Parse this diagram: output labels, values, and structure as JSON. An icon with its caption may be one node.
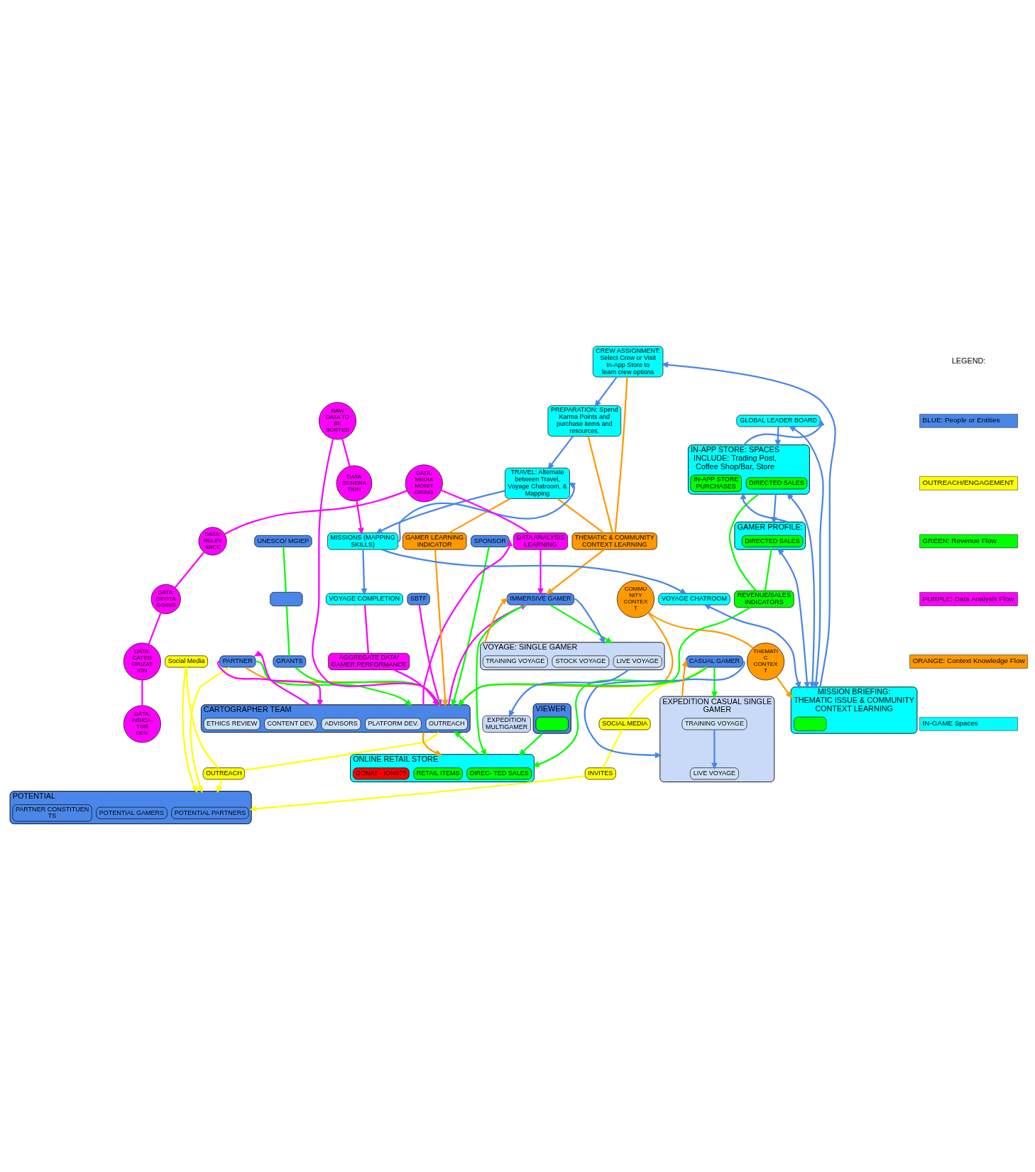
{
  "diagram": {
    "nodes": [
      {
        "text": [
          "POTENTIAL"
        ]
      },
      {
        "text": [
          "POTENTIAL PARTNERS"
        ],
        "in": 0
      },
      {
        "text": [
          "POTENTIAL GAMERS"
        ],
        "in": 0
      },
      {
        "text": [
          "PARTNER CONSTITUEN TS"
        ],
        "in": 0
      },
      {
        "text": [
          "PARTNER"
        ]
      },
      {
        "text": [
          "SBTF"
        ]
      },
      {
        "text": [
          "SPONSOR"
        ]
      },
      {
        "text": [
          "UNESCO/ MGIEP"
        ]
      },
      {
        "text": [],
        "shape": "box"
      },
      {
        "text": [
          "GRANTS"
        ]
      },
      {
        "text": [
          "SOCIAL MEDIA"
        ]
      },
      {
        "text": [
          "INVITES"
        ]
      },
      {
        "text": [
          "VIEWER"
        ]
      },
      {
        "text": [],
        "shape": "box",
        "in": 12
      },
      {
        "text": [
          "ONLINE RETAIL STORE"
        ]
      },
      {
        "text": [
          "DIREC- TED SALES"
        ],
        "in": 14
      },
      {
        "text": [
          "RETAIL ITEMS"
        ],
        "in": 14
      },
      {
        "text": [
          "DONAT - IONS??"
        ],
        "in": 14
      },
      {
        "text": [
          "Social Media"
        ]
      },
      {
        "text": [
          "OUTREACH"
        ]
      },
      {
        "text": [
          "CARTOGRAPHER TEAM"
        ]
      },
      {
        "text": [
          "OUTREACH"
        ],
        "in": 20
      },
      {
        "text": [
          "PLATFORM DEV."
        ],
        "in": 20
      },
      {
        "text": [
          "ADVISORS"
        ],
        "in": 20
      },
      {
        "text": [
          "CONTENT DEV."
        ],
        "in": 20
      },
      {
        "text": [
          "ETHICS REVIEW"
        ],
        "in": 20
      },
      {
        "text": [
          "CASUAL GAMER"
        ]
      },
      {
        "text": [
          "IMMERSIVE GAMER"
        ]
      },
      {
        "text": [
          "DATA ANALYSIS LEARNING"
        ]
      },
      {
        "text": [
          "THEMATIC & COMMUNITY CONTEXT LEARNING"
        ]
      },
      {
        "text": [
          "COMMU NITY CONTEX T"
        ]
      },
      {
        "text": [
          "THEMATI C CONTEX T"
        ]
      },
      {
        "text": [
          "RAW DATA TO BE SORTED"
        ]
      },
      {
        "text": [
          "DATA GENERA TION"
        ]
      },
      {
        "text": [
          "GAMER LEARNING INDICATOR"
        ]
      },
      {
        "text": [
          "REVENUE/SALES INDICATORS"
        ]
      },
      {
        "text": [
          "AGGREGATE DATA/ GAMER PERFORMANCE"
        ]
      },
      {
        "text": [
          "EXPEDITION CASUAL SINGLE GAMER"
        ]
      },
      {
        "text": [
          "TRAINING VOYAGE"
        ],
        "in": 37
      },
      {
        "text": [
          "LIVE VOYAGE"
        ],
        "in": 37
      },
      {
        "text": [
          "EXPEDITION MULTIGAMER"
        ]
      },
      {
        "text": [
          "VOYAGE: SINGLE GAMER"
        ]
      },
      {
        "text": [
          "LIVE VOYAGE"
        ],
        "in": 41
      },
      {
        "text": [
          "STOCK VOYAGE"
        ],
        "in": 41
      },
      {
        "text": [
          "TRAINING VOYAGE"
        ],
        "in": 41
      },
      {
        "text": [
          "MISSION BRIEFING:",
          "THEMATIC ISSUE & COMMUNITY CONTEXT LEARNING"
        ]
      },
      {
        "text": [],
        "shape": "box",
        "in": 45
      },
      {
        "text": [
          "CREW ASSIGNMENT: Select Crew or Visit In-App Store to learn crew options"
        ]
      },
      {
        "text": [
          "PREPARATION: Spend Karma Points and purchase items and resources."
        ]
      },
      {
        "text": [
          "TRAVEL: Alternate between Travel, Voyage Chatroom, & Mapping"
        ]
      },
      {
        "text": [
          "MISSIONS (MAPPING SKILLS)"
        ]
      },
      {
        "text": [
          "DATA: MEDIA MONIT ORING"
        ]
      },
      {
        "text": [
          "DATA: RELEV ANCE"
        ]
      },
      {
        "text": [
          "DATA: GEOTA GGING"
        ]
      },
      {
        "text": [
          "DATA: CATEG ORIZAT ION"
        ]
      },
      {
        "text": [
          "DATA: INDICA- TOR DEV."
        ]
      },
      {
        "text": [
          "VOYAGE CHATROOM"
        ]
      },
      {
        "text": [
          "VOYAGE COMPLETION"
        ]
      },
      {
        "text": [
          "GLOBAL LEADER BOARD"
        ]
      },
      {
        "text": [
          "IN-APP STORE: SPACES INCLUDE: Trading Post, Coffee Shop/Bar, Store"
        ]
      },
      {
        "text": [
          "DIRECTED SALES"
        ],
        "in": 59
      },
      {
        "text": [
          "IN-APP STORE PURCHASES"
        ],
        "in": 59
      },
      {
        "text": [
          "GAMER PROFILE:"
        ]
      },
      {
        "text": [
          "DIRECTED SALES"
        ],
        "in": 62
      }
    ],
    "edges": [
      {
        "from": 26,
        "to": 10,
        "arrow": "none",
        "color": "#ffff00"
      },
      {
        "from": 10,
        "to": 11,
        "arrow": "none",
        "color": "#ffff00"
      },
      {
        "from": 11,
        "to": 0,
        "arrow": "to",
        "color": "#ffff00"
      },
      {
        "from": 4,
        "to": 0,
        "arrow": "to",
        "color": "#ffff00"
      },
      {
        "from": 18,
        "to": 0,
        "arrow": "to",
        "color": "#ffff00"
      },
      {
        "from": 19,
        "to": 0,
        "arrow": "to",
        "color": "#ffff00"
      },
      {
        "from": 18,
        "to": 19,
        "arrow": "none",
        "color": "#ffff00"
      },
      {
        "from": 20,
        "to": 19,
        "arrow": "none",
        "color": "#ffff00"
      },
      {
        "from": 4,
        "to": 20,
        "arrow": "to",
        "color": "#ff9900"
      },
      {
        "from": 4,
        "to": 20,
        "arrow": "to",
        "color": "#00ff00"
      },
      {
        "from": 4,
        "to": 20,
        "arrow": "to",
        "color": "#ff00ff"
      },
      {
        "from": 20,
        "to": 4,
        "arrow": "to",
        "color": "#ff00ff"
      },
      {
        "from": 5,
        "to": 20,
        "arrow": "to",
        "color": "#ff00ff"
      },
      {
        "from": 6,
        "to": 20,
        "arrow": "to",
        "color": "#00ff00"
      },
      {
        "from": 20,
        "to": 6,
        "arrow": "to",
        "color": "#ff00ff"
      },
      {
        "from": 7,
        "to": 8,
        "arrow": "none",
        "color": "#00ff00"
      },
      {
        "from": 8,
        "to": 9,
        "arrow": "none",
        "color": "#00ff00"
      },
      {
        "from": 9,
        "to": 20,
        "arrow": "to",
        "color": "#00ff00"
      },
      {
        "from": 12,
        "to": 14,
        "arrow": "to",
        "color": "#00ff00"
      },
      {
        "from": 14,
        "to": 20,
        "arrow": "to",
        "color": "#00ff00"
      },
      {
        "from": 20,
        "to": 14,
        "arrow": "to",
        "color": "#ff9900"
      },
      {
        "from": 26,
        "to": 14,
        "arrow": "to",
        "color": "#00ff00"
      },
      {
        "from": 27,
        "to": 14,
        "arrow": "to",
        "color": "#00ff00"
      },
      {
        "from": 20,
        "to": 27,
        "arrow": "to",
        "color": "#ff00ff"
      },
      {
        "from": 28,
        "to": 27,
        "arrow": "to",
        "color": "#ff00ff"
      },
      {
        "from": 51,
        "to": 28,
        "arrow": "none",
        "color": "#ff00ff"
      },
      {
        "from": 29,
        "to": 27,
        "arrow": "to",
        "color": "#ff9900"
      },
      {
        "from": 47,
        "to": 29,
        "arrow": "none",
        "color": "#ff9900"
      },
      {
        "from": 48,
        "to": 29,
        "arrow": "none",
        "color": "#ff9900"
      },
      {
        "from": 49,
        "to": 29,
        "arrow": "none",
        "color": "#ff9900"
      },
      {
        "from": 26,
        "to": 37,
        "arrow": "to",
        "color": "#00ff00"
      },
      {
        "from": 26,
        "to": 37,
        "arrow": "to"
      },
      {
        "from": 37,
        "to": 26,
        "arrow": "to",
        "color": "#ff9900"
      },
      {
        "from": 27,
        "to": 41,
        "arrow": "to",
        "color": "#00ff00"
      },
      {
        "from": 27,
        "to": 41,
        "arrow": "to"
      },
      {
        "from": 41,
        "to": 27,
        "arrow": "to",
        "color": "#ff9900"
      },
      {
        "from": 20,
        "to": 30,
        "arrow": "none",
        "color": "#ff9900"
      },
      {
        "from": 30,
        "to": 31,
        "arrow": "none",
        "color": "#ff9900"
      },
      {
        "from": 31,
        "to": 45,
        "arrow": "to",
        "color": "#ff9900"
      },
      {
        "from": 49,
        "to": 34,
        "arrow": "none",
        "color": "#ff9900"
      },
      {
        "from": 34,
        "to": 20,
        "arrow": "to",
        "color": "#ff9900"
      },
      {
        "from": 57,
        "to": 36,
        "arrow": "none",
        "color": "#ff00ff"
      },
      {
        "from": 36,
        "to": 20,
        "arrow": "to",
        "color": "#ff00ff"
      },
      {
        "from": 20,
        "to": 32,
        "arrow": "none",
        "color": "#ff00ff"
      },
      {
        "from": 32,
        "to": 33,
        "arrow": "none",
        "color": "#ff00ff"
      },
      {
        "from": 33,
        "to": 50,
        "arrow": "to",
        "color": "#ff00ff"
      },
      {
        "from": 51,
        "to": 52,
        "arrow": "none",
        "color": "#ff00ff"
      },
      {
        "from": 52,
        "to": 53,
        "arrow": "none",
        "color": "#ff00ff"
      },
      {
        "from": 53,
        "to": 54,
        "arrow": "none",
        "color": "#ff00ff"
      },
      {
        "from": 54,
        "to": 55,
        "arrow": "none",
        "color": "#ff00ff"
      },
      {
        "from": 59,
        "to": 35,
        "arrow": "none",
        "color": "#00ff00"
      },
      {
        "from": 62,
        "to": 35,
        "arrow": "none",
        "color": "#00ff00"
      },
      {
        "from": 35,
        "to": 20,
        "arrow": "to",
        "color": "#00ff00"
      },
      {
        "from": 45,
        "to": 47,
        "arrow": "to"
      },
      {
        "from": 47,
        "to": 48,
        "arrow": "to"
      },
      {
        "from": 48,
        "to": 49,
        "arrow": "to"
      },
      {
        "from": 49,
        "to": 50,
        "arrow": "to"
      },
      {
        "from": 50,
        "to": 49,
        "arrow": "to"
      },
      {
        "from": 50,
        "to": 56,
        "arrow": "to"
      },
      {
        "from": 50,
        "to": 57,
        "arrow": "to"
      },
      {
        "from": 56,
        "to": 45,
        "arrow": "both"
      },
      {
        "from": 58,
        "to": 45,
        "arrow": "both"
      },
      {
        "from": 59,
        "to": 45,
        "arrow": "both"
      },
      {
        "from": 62,
        "to": 45,
        "arrow": "both"
      },
      {
        "from": 58,
        "to": 59,
        "arrow": "to"
      },
      {
        "from": 59,
        "to": 58,
        "arrow": "to"
      },
      {
        "from": 59,
        "to": 62,
        "arrow": "to"
      },
      {
        "from": 62,
        "to": 59,
        "arrow": "to"
      },
      {
        "from": 41,
        "to": 40,
        "arrow": "to"
      },
      {
        "from": 38,
        "to": 39,
        "arrow": "to"
      }
    ],
    "labels": [
      "LEGEND:"
    ],
    "legend": [
      {
        "text": "BLUE: People or Entities",
        "color": "#4a86e8"
      },
      {
        "text": "OUTREACH/ENGAGEMENT",
        "color": "#ffff00"
      },
      {
        "text": "GREEN: Revenue Flow",
        "color": "#00ff00"
      },
      {
        "text": "PURPLE: Data Analysis Flow",
        "color": "#ff00ff"
      },
      {
        "text": "ORANGE: Context Knowledge Flow",
        "color": "#ff9900"
      },
      {
        "text": "IN-GAME Spaces",
        "color": "#00ffff"
      }
    ]
  }
}
